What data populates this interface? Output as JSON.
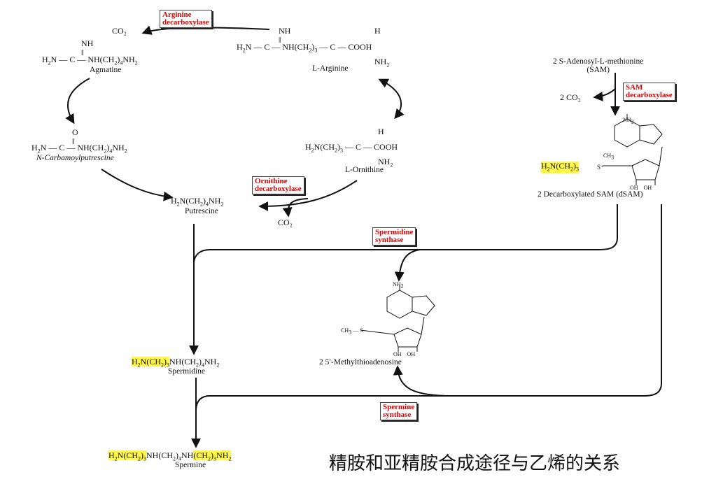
{
  "enzymes": {
    "arginine": "Arginine\ndecarboxylase",
    "ornithine": "Ornithine\ndecarboxylase",
    "sam": "SAM\ndecarboxylase",
    "spermidine": "Spermidine\nsynthase",
    "spermine": "Spermine\nsynthase"
  },
  "co2": {
    "arg": "CO₂",
    "orn": "CO₂",
    "sam": "2 CO₂"
  },
  "compounds": {
    "agmatine": "Agmatine",
    "arginine": "L-Arginine",
    "carbamoyl": "N-Carbamoylputrescine",
    "ornithine": "L-Ornithine",
    "putrescine": "Putrescine",
    "sam": "2 S-Adenosyl-L-methionine\n(SAM)",
    "dsam": "2 Decarboxylated SAM (dSAM)",
    "mta": "2  5′-Methylthioadenosine",
    "spermidine": "Spermidine",
    "spermine": "Spermine"
  },
  "caption": "精胺和亚精胺合成途径与乙烯的关系"
}
